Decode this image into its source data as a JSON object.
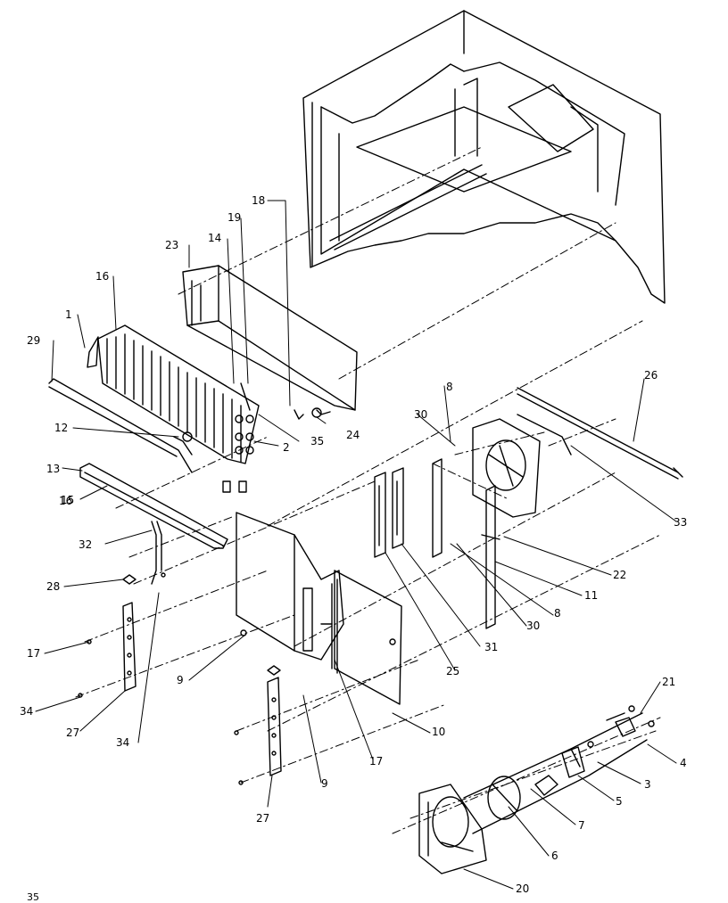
{
  "callouts": [
    "1",
    "2",
    "3",
    "4",
    "5",
    "6",
    "7",
    "8",
    "8",
    "9",
    "9",
    "10",
    "11",
    "12",
    "13",
    "14",
    "15",
    "16",
    "16",
    "17",
    "17",
    "18",
    "19",
    "20",
    "21",
    "22",
    "23",
    "24",
    "25",
    "26",
    "27",
    "27",
    "28",
    "29",
    "30",
    "30",
    "31",
    "32",
    "33",
    "34",
    "34",
    "35"
  ],
  "page_number": "35"
}
